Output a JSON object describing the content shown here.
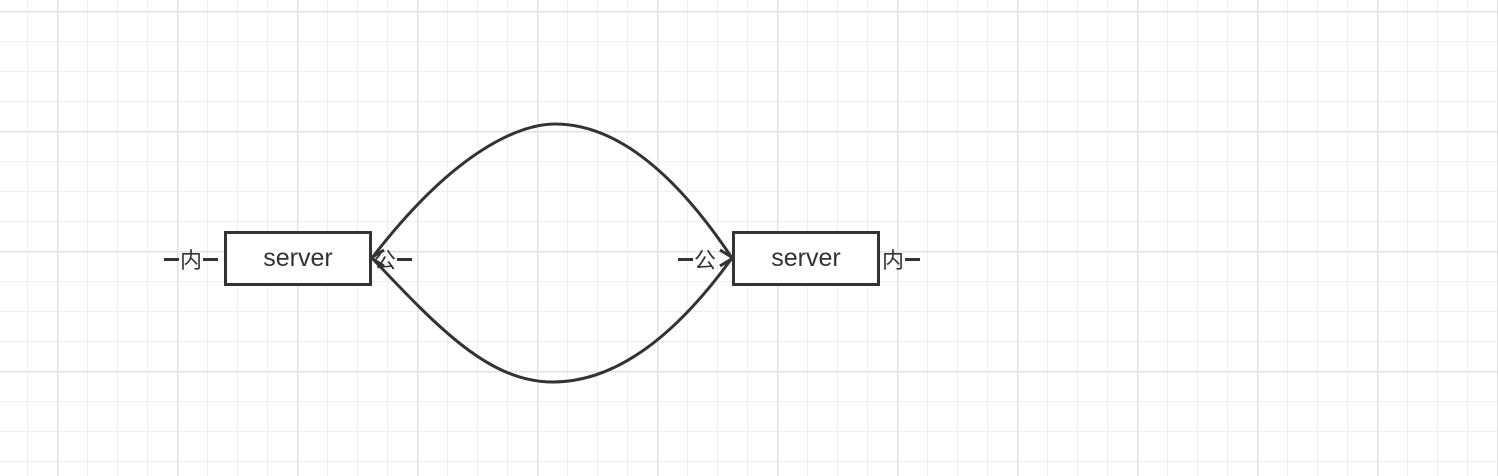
{
  "diagram": {
    "left_node": {
      "label": "server",
      "inner_port": "内",
      "public_port": "公"
    },
    "right_node": {
      "label": "server",
      "public_port": "公",
      "inner_port": "内"
    },
    "line_color": "#333333",
    "grid_color": "#e2e2e2"
  }
}
